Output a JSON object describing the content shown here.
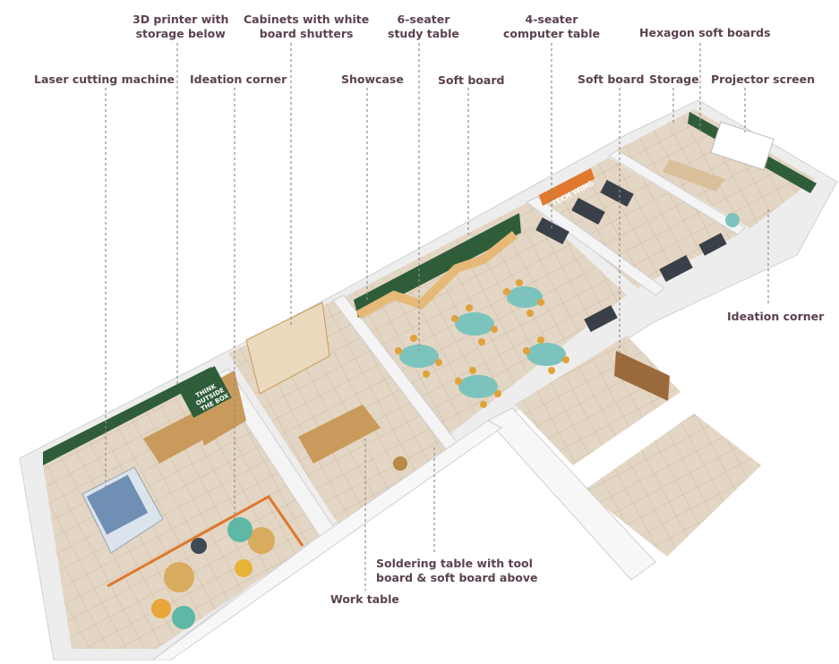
{
  "labels": {
    "laser_cutting_machine": "Laser cutting machine",
    "printer_3d_line1": "3D printer with",
    "printer_3d_line2": "storage below",
    "ideation_corner_left": "Ideation corner",
    "cabinets_line1": "Cabinets with white",
    "cabinets_line2": "board shutters",
    "showcase": "Showcase",
    "study_table_line1": "6-seater",
    "study_table_line2": "study table",
    "soft_board_middle": "Soft board",
    "computer_table_line1": "4-seater",
    "computer_table_line2": "computer table",
    "soft_board_right": "Soft board",
    "storage": "Storage",
    "hexagon_soft_boards": "Hexagon soft boards",
    "projector_screen": "Projector screen",
    "ideation_corner_right": "Ideation corner",
    "soldering_line1": "Soldering table with tool",
    "soldering_line2": "board & soft board above",
    "work_table": "Work table"
  },
  "wall_signs": {
    "think_line1": "THINK",
    "think_line2": "OUTSIDE",
    "think_line3": "THE BOX",
    "tech_wing": "TECH WING"
  },
  "colors": {
    "label_text": "#5b4150",
    "leader_line": "#8e8e8e",
    "floor_tile": "#e4d6c4",
    "wall": "#f2f2f2",
    "wall_shadow": "#c9c9c9",
    "green_board": "#2f5d3a",
    "wood": "#c99a5b",
    "teal_table": "#7cc3bd",
    "accent_orange": "#e0782e"
  }
}
